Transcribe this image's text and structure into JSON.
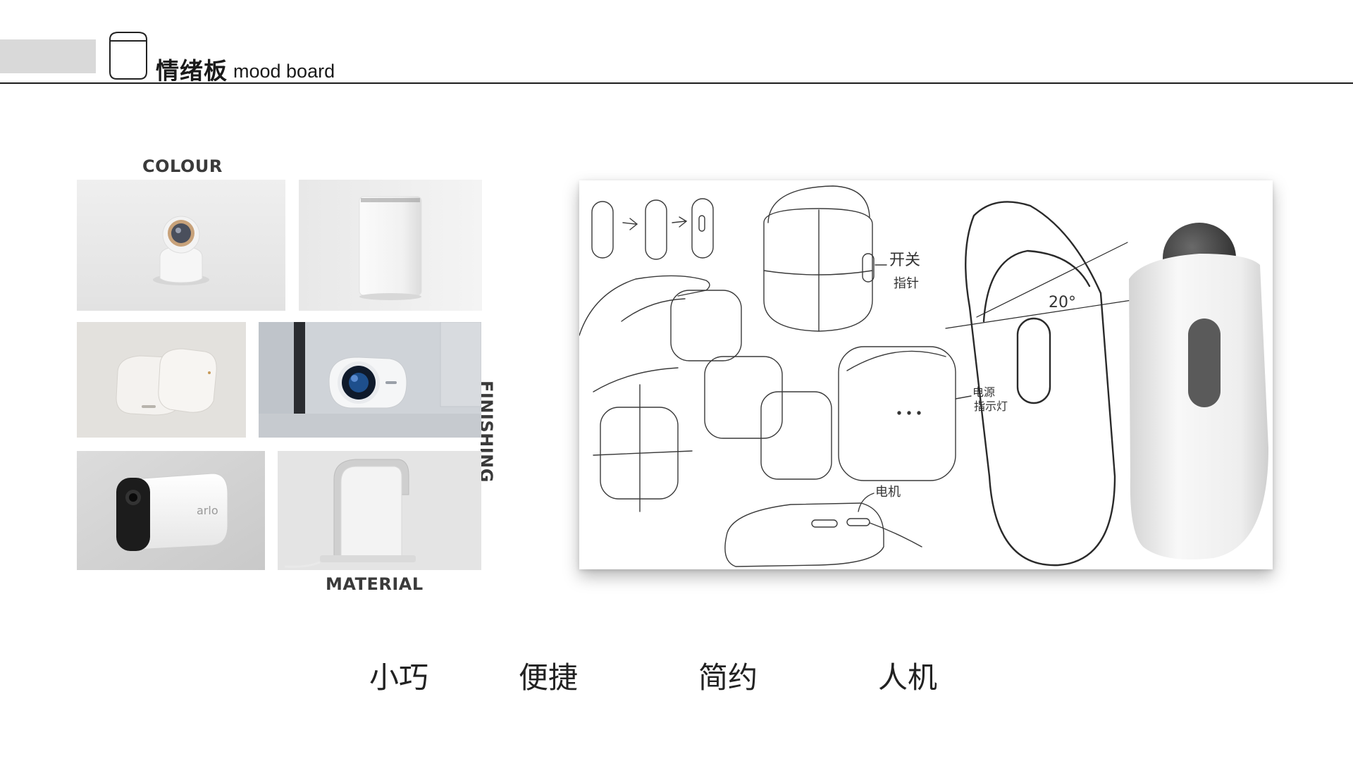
{
  "header": {
    "title_cn": "情绪板",
    "title_en": "mood board",
    "icon": "container-outline-icon"
  },
  "board": {
    "colour_label": "COLOUR",
    "finishing_label": "FINISHING",
    "material_label": "MATERIAL",
    "tiles": [
      {
        "name": "round-camera-robot-photo",
        "icon": "camera-robot"
      },
      {
        "name": "white-cylinder-device-photo",
        "icon": "cylinder-device"
      },
      {
        "name": "white-pebble-device-photo",
        "icon": "pebble-device"
      },
      {
        "name": "blue-lens-camera-photo",
        "icon": "lens-camera"
      },
      {
        "name": "arlo-camera-photo",
        "icon": "security-camera",
        "brand_text": "arlo"
      },
      {
        "name": "felt-arch-device-photo",
        "icon": "arch-device"
      }
    ]
  },
  "sketch": {
    "annotation_switch": "开关\n指针",
    "annotation_light": "电源\n指示灯",
    "annotation_angle": "20°",
    "annotation_motor": "电机"
  },
  "keywords": [
    "小巧",
    "便捷",
    "简约",
    "人机"
  ],
  "colors": {
    "rule": "#1c1c1c",
    "header_bar": "#d9d9d9",
    "label": "#3a3a3a"
  }
}
